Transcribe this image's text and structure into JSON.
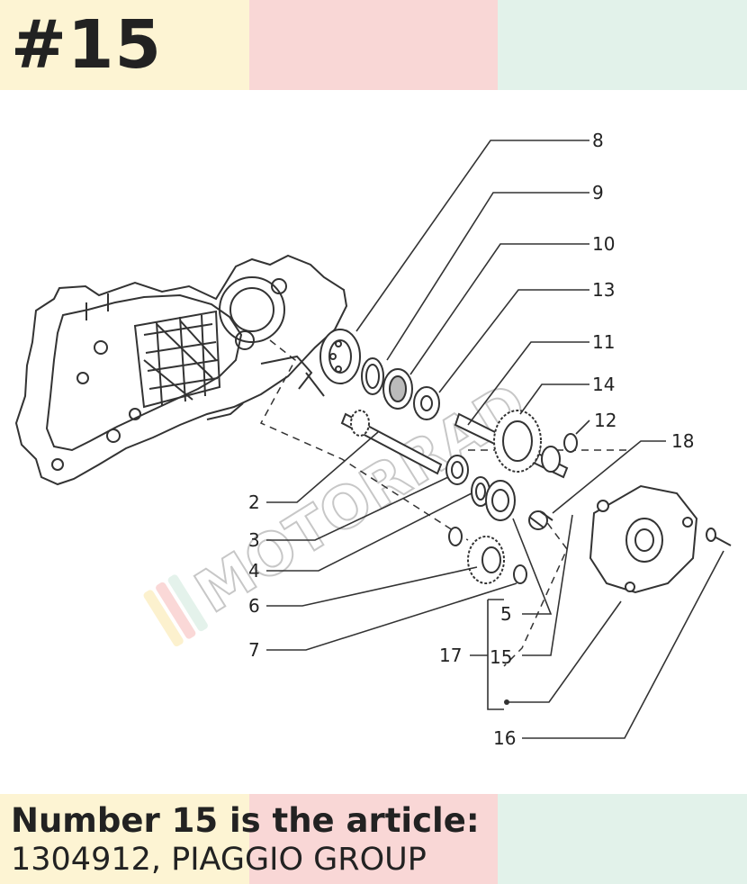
{
  "header": {
    "number_label": "#15",
    "band_colors": [
      "#fdf4d3",
      "#f9d7d6",
      "#e2f2ea"
    ]
  },
  "diagram": {
    "watermark_text": "MOTORRAD",
    "callouts": {
      "c8": "8",
      "c9": "9",
      "c10": "10",
      "c13": "13",
      "c11": "11",
      "c14": "14",
      "c12": "12",
      "c18": "18",
      "c2": "2",
      "c3": "3",
      "c4": "4",
      "c6": "6",
      "c7": "7",
      "c5": "5",
      "c17": "17",
      "c15": "15",
      "c16": "16"
    }
  },
  "footer": {
    "line1": "Number 15 is the article:",
    "line2": "1304912, PIAGGIO GROUP",
    "band_colors": [
      "#fdf4d3",
      "#f9d7d6",
      "#e2f2ea"
    ]
  }
}
